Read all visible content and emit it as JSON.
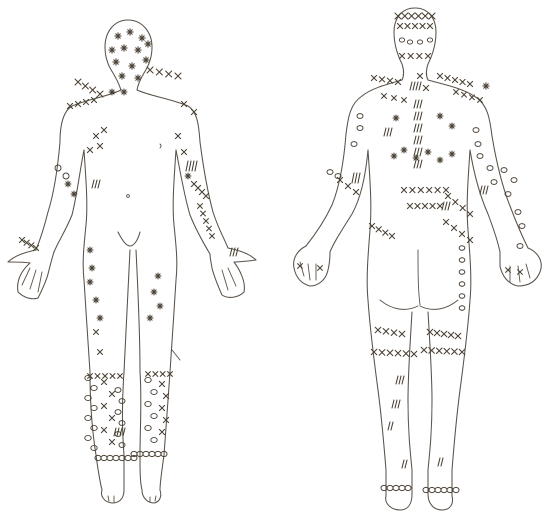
{
  "colors": {
    "background": "#ffffff",
    "outline": "#5a5248",
    "marks": "#4a4034"
  },
  "figures": [
    {
      "id": "front",
      "view": "anterior"
    },
    {
      "id": "back",
      "view": "posterior"
    }
  ],
  "mark_types": [
    "cross-stitch",
    "star",
    "circle",
    "hatch"
  ]
}
